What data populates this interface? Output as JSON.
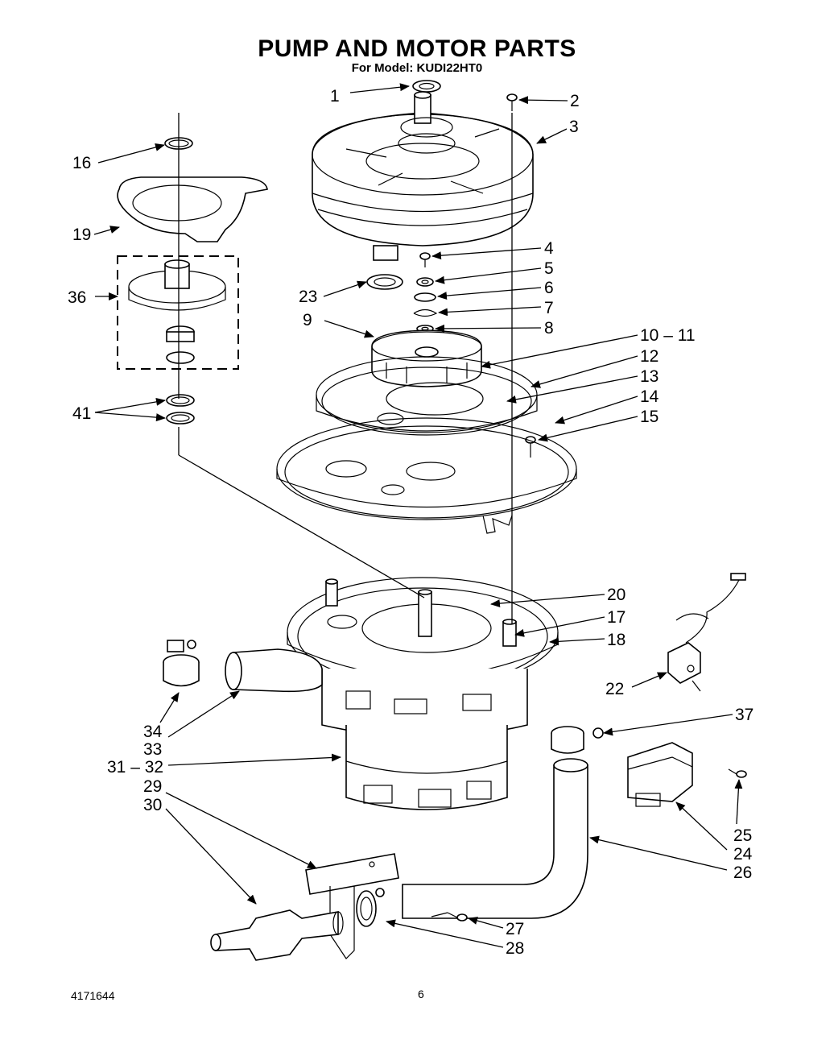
{
  "title": "PUMP AND MOTOR PARTS",
  "subtitle": "For Model: KUDI22HT0",
  "document_number": "4171644",
  "page_number": "6",
  "callouts": {
    "c1": "1",
    "c2": "2",
    "c3": "3",
    "c4": "4",
    "c5": "5",
    "c6": "6",
    "c7": "7",
    "c8": "8",
    "c9": "9",
    "c10_11": "10 – 11",
    "c12": "12",
    "c13": "13",
    "c14": "14",
    "c15": "15",
    "c16": "16",
    "c17": "17",
    "c18": "18",
    "c19": "19",
    "c20": "20",
    "c22": "22",
    "c23": "23",
    "c24": "24",
    "c25": "25",
    "c26": "26",
    "c27": "27",
    "c28": "28",
    "c29": "29",
    "c30": "30",
    "c31_32": "31 – 32",
    "c33": "33",
    "c34": "34",
    "c36": "36",
    "c37": "37",
    "c41": "41"
  }
}
